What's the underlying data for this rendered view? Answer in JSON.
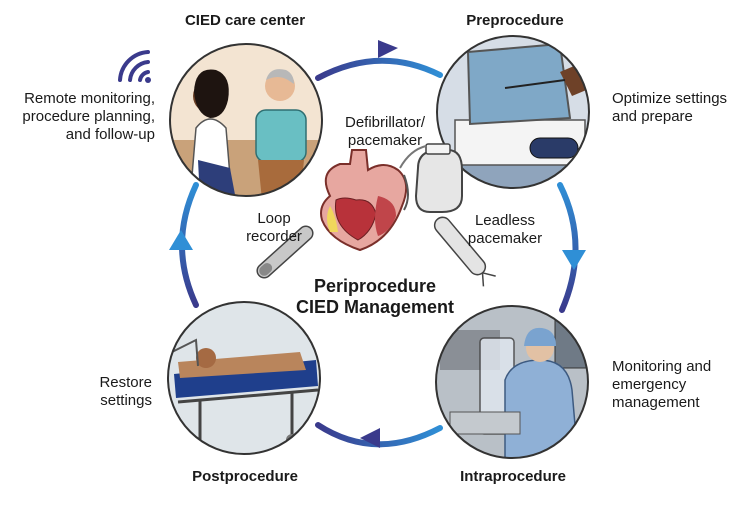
{
  "stages": {
    "care_center": "CIED care center",
    "preprocedure": "Preprocedure",
    "intraprocedure": "Intraprocedure",
    "postprocedure": "Postprocedure"
  },
  "descriptions": {
    "care_center": [
      "Remote monitoring,",
      "procedure planning,",
      "and follow-up"
    ],
    "preprocedure": [
      "Optimize settings",
      "and prepare"
    ],
    "intraprocedure": [
      "Monitoring and",
      "emergency",
      "management"
    ],
    "postprocedure": [
      "Restore",
      "settings"
    ]
  },
  "devices": {
    "defibrillator": [
      "Defibrillator/",
      "pacemaker"
    ],
    "loop_recorder": [
      "Loop",
      "recorder"
    ],
    "leadless": [
      "Leadless",
      "pacemaker"
    ]
  },
  "center_title": [
    "Periprocedure",
    "CIED Management"
  ],
  "colors": {
    "cycle_dark": "#3a3a8c",
    "cycle_light": "#2f8fd6"
  },
  "icons": [
    "wifi-icon",
    "heart-icon",
    "defibrillator-icon",
    "loop-recorder-icon",
    "leadless-pacemaker-icon"
  ]
}
